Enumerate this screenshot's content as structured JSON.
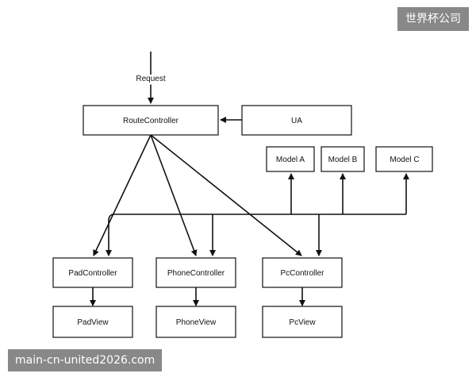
{
  "diagram": {
    "request_label": "Request",
    "nodes": {
      "route": "RouteController",
      "ua": "UA",
      "model_a": "Model A",
      "model_b": "Model B",
      "model_c": "Model C",
      "pad_ctrl": "PadController",
      "phone_ctrl": "PhoneController",
      "pc_ctrl": "PcController",
      "pad_view": "PadView",
      "phone_view": "PhoneView",
      "pc_view": "PcView"
    }
  },
  "watermarks": {
    "top": "世界杯公司",
    "bottom": "main-cn-united2026.com"
  },
  "colors": {
    "stroke": "#111111",
    "watermark_bg": "#6e6e6e"
  }
}
